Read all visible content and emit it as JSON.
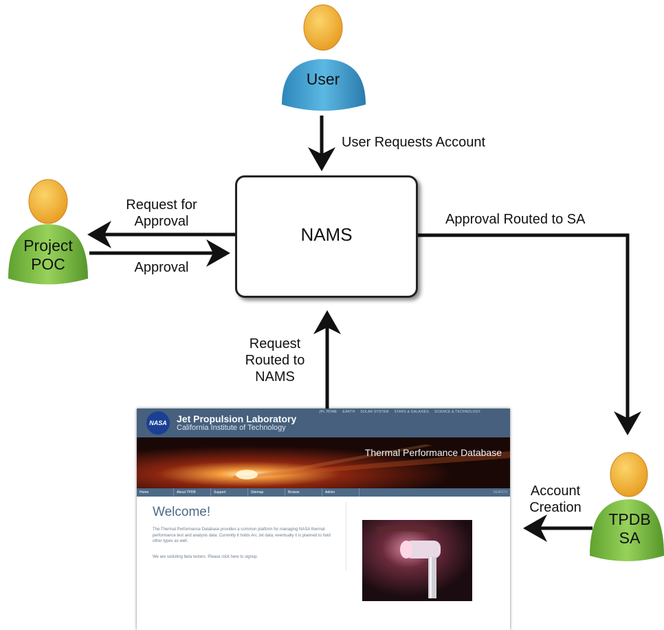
{
  "actors": {
    "user": {
      "name": "User"
    },
    "project_poc": {
      "name_line1": "Project",
      "name_line2": "POC"
    },
    "tpdb_sa": {
      "name_line1": "TPDB",
      "name_line2": "SA"
    }
  },
  "central_system": {
    "label": "NAMS"
  },
  "flows": {
    "user_request": "User Requests Account",
    "request_for_approval_line1": "Request for",
    "request_for_approval_line2": "Approval",
    "approval": "Approval",
    "approval_routed": "Approval Routed to SA",
    "request_routed_line1": "Request",
    "request_routed_line2": "Routed to",
    "request_routed_line3": "NAMS",
    "account_creation_line1": "Account",
    "account_creation_line2": "Creation"
  },
  "website": {
    "logo_text": "NASA",
    "org_title": "Jet Propulsion Laboratory",
    "org_subtitle": "California Institute of Technology",
    "top_links": [
      "JPL HOME",
      "EARTH",
      "SOLAR SYSTEM",
      "STARS & GALAXIES",
      "SCIENCE & TECHNOLOGY"
    ],
    "banner_title": "Thermal Performance Database",
    "nav": [
      "Home",
      "About TPDB",
      "Support",
      "Sitemap",
      "Browse",
      "Admin"
    ],
    "search_label": "SEARCH",
    "welcome_heading": "Welcome!",
    "welcome_text": "The Thermal Performance Database provides a common platform for managing NASA thermal performance test and analysis data. Currently it holds Arc Jet data; eventually it is planned to hold other types as well.",
    "beta_text": "We are soliciting beta testers. Please click here to signup."
  },
  "colors": {
    "user_body": "#3d9fd0",
    "poc_body": "#7cc142",
    "sa_body": "#7cc142",
    "head": "#f2b43c",
    "arrow": "#111111",
    "site_header": "#46607d"
  }
}
